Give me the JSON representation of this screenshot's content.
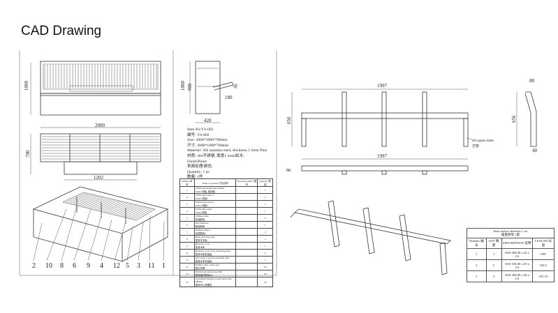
{
  "title": "CAD Drawing",
  "left_drawing": {
    "dims": {
      "front_height": "1000",
      "front_width": "2000",
      "side_height": "1000",
      "side_inner": "900",
      "side_depth": "420",
      "side_angle": "30",
      "side_arm": "180",
      "top_height": "700",
      "top_width": "1202"
    },
    "callouts": [
      "2",
      "10",
      "8",
      "6",
      "9",
      "4",
      "12",
      "5",
      "3",
      "11",
      "1"
    ],
    "spec": [
      "Item No:YS-002",
      "编号: YS-002",
      "Size: 2000*1000*700mm",
      "尺寸: 2000*1000*700mm",
      "Material: 304 stainless steel, thickness 1.5mm Pine",
      "材质: 304不锈钢, 厚度1.5mm松木;",
      "Finish/Paint:",
      "表面处理/颜色:",
      "Quantity: 1 pc",
      "数量: 1件"
    ],
    "parts_headers": [
      "Number 序号",
      "Name of product 产品名称",
      "Drawing number 图号",
      "Quantity 数量"
    ],
    "parts": [
      {
        "no": "1",
        "name": "SS304 Side Panel (Seat Panel)",
        "name_cn": "SS304 侧板, 座面板",
        "qty": "1"
      },
      {
        "no": "2",
        "name": "SS304 Side panel 2",
        "name_cn": "SS304 侧板2",
        "qty": "2"
      },
      {
        "no": "3",
        "name": "SS304 Side panel 3",
        "name_cn": "SS304 侧板3",
        "qty": "1"
      },
      {
        "no": "4",
        "name": "SS304 Base Plate",
        "name_cn": "SS304 底板",
        "qty": "1"
      },
      {
        "no": "5",
        "name": "Stiffener plate",
        "name_cn": "加强筋板",
        "qty": "6"
      },
      {
        "no": "6",
        "name": "Seat Skeleton",
        "name_cn": "座面骨架",
        "qty": "1"
      },
      {
        "no": "7",
        "name": "Stiffener plate 2",
        "name_cn": "加强筋板2",
        "qty": "2"
      },
      {
        "no": "8",
        "name": "Back plate ring plate",
        "name_cn": "靠背环形板",
        "qty": "3"
      },
      {
        "no": "9",
        "name": "Backrest wood",
        "name_cn": "靠背木条",
        "qty": "1"
      },
      {
        "no": "10",
        "name": "Backrest wood screw mounting plate",
        "name_cn": "靠背木条安装板",
        "qty": "6"
      },
      {
        "no": "11",
        "name": "Seat surface Section mounting plate",
        "name_cn": "座面木条安装板",
        "qty": "1"
      },
      {
        "no": "12",
        "name": "Number plate on the seat",
        "name_cn": "座位号牌",
        "qty": "20"
      },
      {
        "no": "13",
        "name": "Welded galvanized nuts M8",
        "name_cn": "焊接镀锌螺母M8",
        "qty": "20"
      },
      {
        "no": "14",
        "name": "Galvanized hexagon socket head bolts M8x40",
        "name_cn": "镀锌内六角螺栓",
        "qty": "20"
      }
    ]
  },
  "right_drawing": {
    "dims": {
      "front_width": "1997",
      "front_height": "656",
      "top_width": "1997",
      "top_depth": "88",
      "side_top": "88",
      "side_height": "656",
      "side_bottom": "40"
    },
    "tube_note": "40 square tubes",
    "tube_note_cn": "方管",
    "bom_title": "Seat surface skeleton 1 set",
    "bom_title_cn": "座面骨架 1套",
    "bom_headers": [
      "Number 编号",
      "QTY 数量",
      "DESCRIPTION 说明",
      "LENGTH 长度"
    ],
    "bom_rows": [
      {
        "no": "1",
        "qty": "1",
        "desc": "AISI 304/40 x 40 x 2.6",
        "len": "1997"
      },
      {
        "no": "2",
        "qty": "5",
        "desc": "AISI 304/40 x 40 x 2.6",
        "len": "338.5"
      },
      {
        "no": "3",
        "qty": "3",
        "desc": "AISI 304/40 x 40 x 2.6",
        "len": "291.53"
      }
    ]
  }
}
